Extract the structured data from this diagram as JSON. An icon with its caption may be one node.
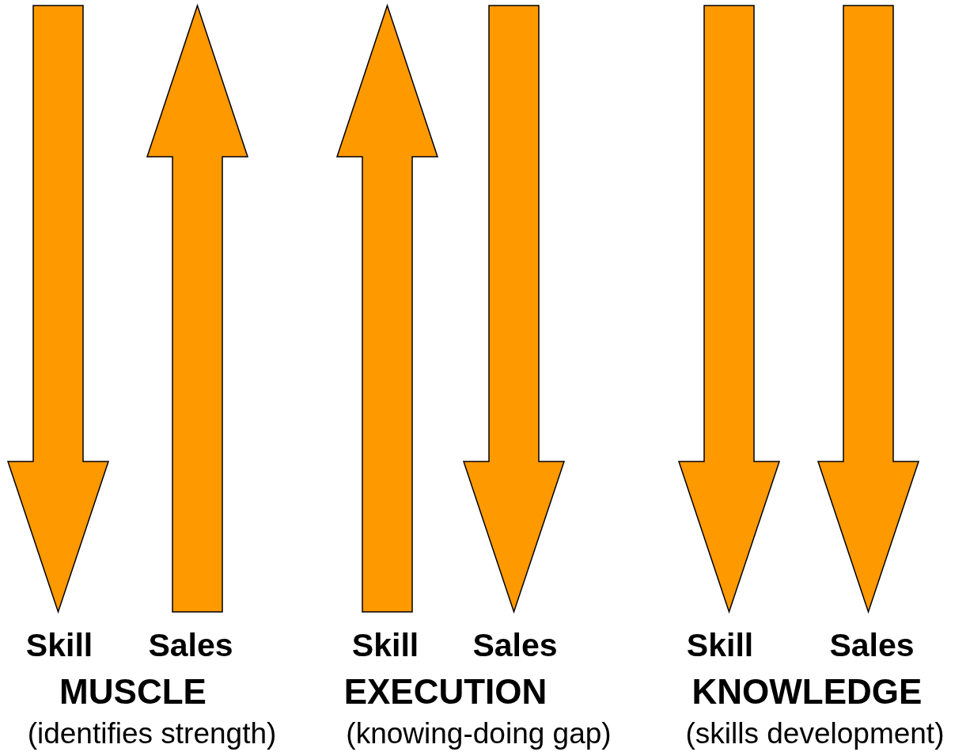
{
  "diagram": {
    "labels": [
      "Skill",
      "Sales",
      "Skill",
      "Sales",
      "Skill",
      "Sales",
      "MUSCLE",
      "EXECUTION",
      "KNOWLEDGE",
      "(identifies strength)",
      "(knowing-doing gap)",
      "(skills development)"
    ]
  }
}
